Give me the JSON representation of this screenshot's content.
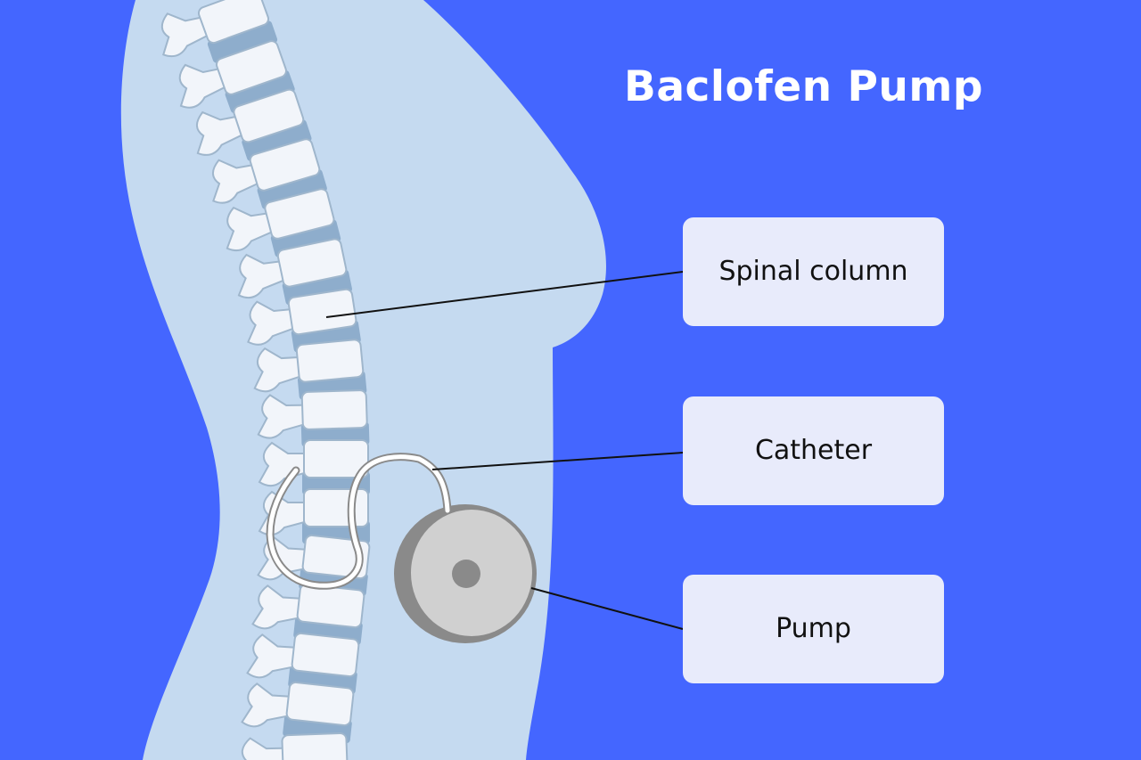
{
  "title": "Baclofen Pump",
  "labels": {
    "spinal_column": "Spinal column",
    "catheter": "Catheter",
    "pump": "Pump"
  },
  "colors": {
    "background": "#4466ff",
    "body": "#c5daf0",
    "bone": "#f2f5fa",
    "disc": "#8eadcc",
    "pump_face": "#d0d0d0",
    "pump_rim": "#8a8a8a",
    "label_box": "#e8ebfb"
  }
}
